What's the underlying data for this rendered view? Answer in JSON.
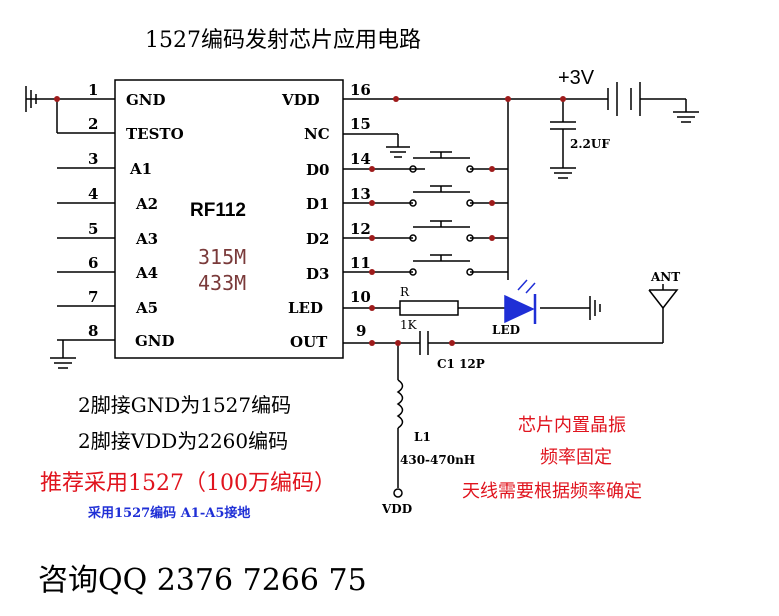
{
  "title": "1527编码发射芯片应用电路",
  "chip": {
    "name": "RF112",
    "freq1": "315M",
    "freq2": "433M",
    "left_pins": [
      {
        "num": "1",
        "label": "GND"
      },
      {
        "num": "2",
        "label": "TESTO"
      },
      {
        "num": "3",
        "label": "A1"
      },
      {
        "num": "4",
        "label": "A2"
      },
      {
        "num": "5",
        "label": "A3"
      },
      {
        "num": "6",
        "label": "A4"
      },
      {
        "num": "7",
        "label": "A5"
      },
      {
        "num": "8",
        "label": "GND"
      }
    ],
    "right_pins": [
      {
        "num": "16",
        "label": "VDD"
      },
      {
        "num": "15",
        "label": "NC"
      },
      {
        "num": "14",
        "label": "D0"
      },
      {
        "num": "13",
        "label": "D1"
      },
      {
        "num": "12",
        "label": "D2"
      },
      {
        "num": "11",
        "label": "D3"
      },
      {
        "num": "10",
        "label": "LED"
      },
      {
        "num": "9",
        "label": "OUT"
      }
    ]
  },
  "components": {
    "supply": "+3V",
    "capacitor_supply": "2.2UF",
    "resistor_name": "R",
    "resistor_value": "1K",
    "led": "LED",
    "antenna": "ANT",
    "cap_c1": "C1  12P",
    "inductor_name": "L1",
    "inductor_value": "430-470nH",
    "vdd_bottom": "VDD"
  },
  "notes": {
    "pin2_gnd": "2脚接GND为1527编码",
    "pin2_vdd": "2脚接VDD为2260编码",
    "recommend": "推荐采用1527（100万编码）",
    "address": "采用1527编码  A1-A5接地",
    "crystal_1": "芯片内置晶振",
    "crystal_2": "频率固定",
    "crystal_3": "天线需要根据频率确定",
    "contact": "咨询QQ  2376  7266  75"
  },
  "colors": {
    "line": "#000000",
    "red_text": "#e0141e",
    "blue_text": "#1f2fd6",
    "freq_text": "#7a3a3a",
    "dot": "#9e1b1b"
  }
}
